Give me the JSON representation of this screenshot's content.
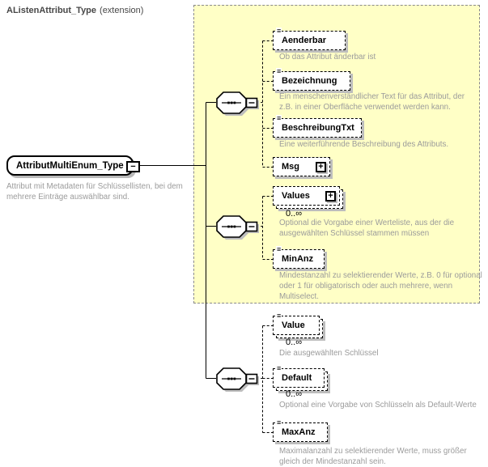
{
  "root": {
    "label": "AttributMultiEnum_Type",
    "annotation_lines": [
      "Attribut mit Metadaten für Schlüssellisten, bei dem",
      "mehrere Einträge auswählbar sind."
    ]
  },
  "extension": {
    "title": "AListenAttribut_Type",
    "qualifier": "(extension)"
  },
  "elements": [
    {
      "label": "Aenderbar",
      "annotation_lines": [
        "Ob das Attribut änderbar ist"
      ]
    },
    {
      "label": "Bezeichnung",
      "annotation_lines": [
        "Ein menschenverständlicher Text für das Attribut, der",
        "z.B. in einer Oberfläche verwendet werden kann."
      ]
    },
    {
      "label": "BeschreibungTxt",
      "annotation_lines": [
        "Eine weiterführende Beschreibung des Attributs."
      ]
    },
    {
      "label": "Msg"
    },
    {
      "label": "Values",
      "occurs": "0..∞",
      "annotation_lines": [
        "Optional die Vorgabe einer Werteliste, aus der die",
        "ausgewählten Schlüssel stammen müssen"
      ]
    },
    {
      "label": "MinAnz",
      "annotation_lines": [
        "Mindestanzahl zu selektierender Werte, z.B. 0 für optional",
        "oder 1 für obligatorisch oder auch mehrere, wenn",
        "Multiselect."
      ]
    },
    {
      "label": "Value",
      "occurs": "0..∞",
      "annotation_lines": [
        "Die ausgewählten Schlüssel"
      ]
    },
    {
      "label": "Default",
      "occurs": "0..∞",
      "annotation_lines": [
        "Optional eine Vorgabe von Schlüsseln als Default-Werte"
      ]
    },
    {
      "label": "MaxAnz",
      "annotation_lines": [
        "Maximalanzahl zu selektierender Werte, muss größer",
        "gleich der Mindestanzahl sein."
      ]
    }
  ],
  "icons": {
    "collapse": "−",
    "expand": "+",
    "text_content": "≡"
  },
  "colors": {
    "extension_fill": "#ffffc6",
    "extension_border": "#8a8a8a",
    "annotation_text": "#9b9b9b",
    "shadow": "#bdbdbd",
    "line": "#000000"
  }
}
